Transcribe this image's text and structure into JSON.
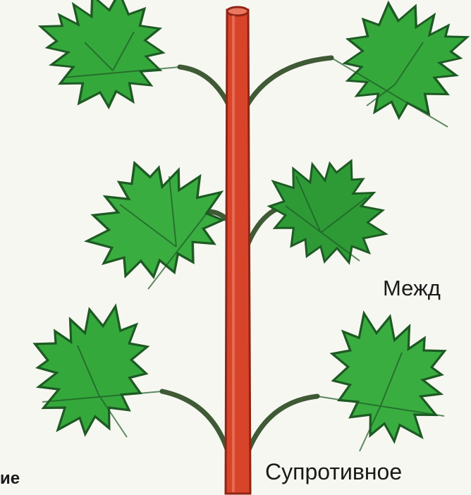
{
  "labels": {
    "left_cut": "ие",
    "bottom": "Супротивное",
    "right": "Межд"
  },
  "colors": {
    "background": "#f7f7f2",
    "stem": "#d8442a",
    "stem_outline": "#8f2414",
    "leaf": "#35a83c",
    "leaf_light": "#5cc25a",
    "leaf_outline": "#1d5a23",
    "petiole": "#3f5a35"
  },
  "icons": {
    "stem": "plant-stem-shape",
    "leaf": "maple-leaf-shape"
  }
}
